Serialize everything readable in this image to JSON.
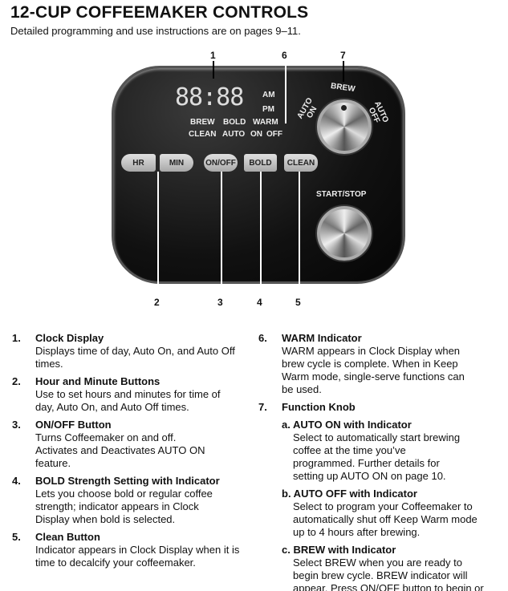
{
  "title": "12-CUP COFFEEMAKER CONTROLS",
  "subtitle": "Detailed programming and use instructions are on pages 9–11.",
  "panel": {
    "display": "88:88",
    "am": "AM",
    "pm": "PM",
    "indicators_row1": [
      "BREW",
      "BOLD",
      "WARM"
    ],
    "indicators_row2": [
      "CLEAN",
      "AUTO",
      "ON",
      "OFF"
    ],
    "buttons": [
      "HR",
      "MIN",
      "ON/OFF",
      "BOLD",
      "CLEAN"
    ],
    "knob_labels": {
      "brew": "BREW",
      "auto_on": "AUTO ON",
      "auto_off": "AUTO OFF"
    },
    "start_stop": "START/STOP",
    "callouts": [
      "1",
      "2",
      "3",
      "4",
      "5",
      "6",
      "7"
    ]
  },
  "items": [
    {
      "n": "1.",
      "title": "Clock Display",
      "desc": "Displays time of day, Auto On, and Auto Off times."
    },
    {
      "n": "2.",
      "title": "Hour and Minute Buttons",
      "desc": "Use to set hours and minutes for time of day, Auto On, and Auto Off times."
    },
    {
      "n": "3.",
      "title": "ON/OFF Button",
      "desc": "Turns Coffeemaker on and off. Activates and Deactivates AUTO ON feature."
    },
    {
      "n": "4.",
      "title": "BOLD Strength Setting with Indicator",
      "desc": "Lets you choose bold or regular coffee strength; indicator appears in Clock Display when bold is selected."
    },
    {
      "n": "5.",
      "title": "Clean Button",
      "desc": "Indicator appears in Clock Display when it is time to decalcify your coffeemaker."
    },
    {
      "n": "6.",
      "title": "WARM Indicator",
      "desc": "WARM appears in Clock Display when brew cycle is complete. When in Keep Warm mode, single-serve functions can be used."
    },
    {
      "n": "7.",
      "title": "Function Knob",
      "desc": ""
    }
  ],
  "subitems": [
    {
      "title": "a. AUTO ON with Indicator",
      "desc": "Select to automatically start brewing coffee at the time you’ve programmed. Further details for setting up AUTO ON on page 10."
    },
    {
      "title": "b. AUTO OFF with Indicator",
      "desc": "Select to program your Coffeemaker to automatically shut off Keep Warm mode up to 4 hours after brewing."
    },
    {
      "title": "c. BREW with Indicator",
      "desc": "Select BREW when you are ready to begin brew cycle. BREW indicator will appear. Press ON/OFF button to begin or stop the brew cycle."
    }
  ]
}
